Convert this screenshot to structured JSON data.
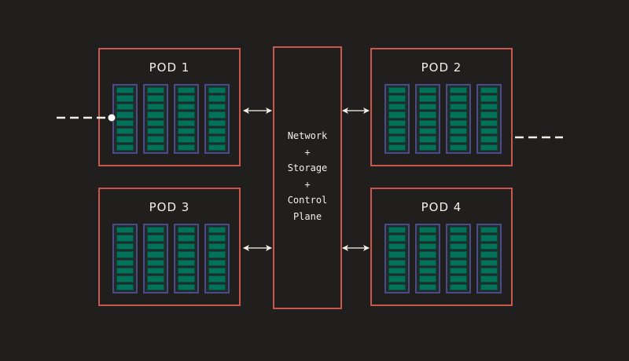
{
  "diagram": {
    "pods": [
      {
        "id": "pod-1",
        "label": "POD 1",
        "racks": 4,
        "slots_per_rack": 8
      },
      {
        "id": "pod-2",
        "label": "POD 2",
        "racks": 4,
        "slots_per_rack": 8
      },
      {
        "id": "pod-3",
        "label": "POD 3",
        "racks": 4,
        "slots_per_rack": 8
      },
      {
        "id": "pod-4",
        "label": "POD 4",
        "racks": 4,
        "slots_per_rack": 8
      }
    ],
    "center": {
      "lines": [
        "Network",
        "+",
        "Storage",
        "+",
        "Control",
        "Plane"
      ]
    },
    "connections": [
      {
        "from": "pod-1",
        "to": "center",
        "type": "bidirectional-arrow"
      },
      {
        "from": "pod-2",
        "to": "center",
        "type": "bidirectional-arrow"
      },
      {
        "from": "pod-3",
        "to": "center",
        "type": "bidirectional-arrow"
      },
      {
        "from": "pod-4",
        "to": "center",
        "type": "bidirectional-arrow"
      },
      {
        "from": "external-left",
        "to": "pod-1",
        "type": "dashed-line-with-dot"
      },
      {
        "from": "pod-2",
        "to": "external-right",
        "type": "dashed-line"
      }
    ],
    "colors": {
      "background": "#211f1e",
      "pod_border": "#c9574c",
      "rack_border": "#4d4a8a",
      "slot_fill": "#00735a",
      "text": "#f2efe9"
    }
  }
}
